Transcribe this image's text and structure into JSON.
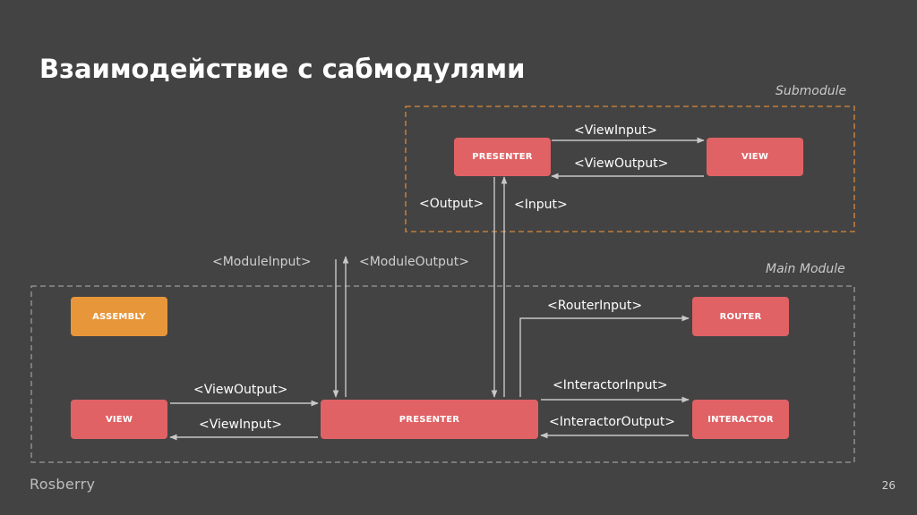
{
  "title": "Взаимодействие с сабмодулями",
  "groups": {
    "submodule": "Submodule",
    "main_module": "Main Module"
  },
  "nodes": {
    "sub_presenter": "PRESENTER",
    "sub_view": "VIEW",
    "assembly": "ASSEMBLY",
    "router": "ROUTER",
    "main_view": "VIEW",
    "main_presenter": "PRESENTER",
    "interactor": "INTERACTOR"
  },
  "edges": {
    "sub_view_input": "<ViewInput>",
    "sub_view_output": "<ViewOutput>",
    "sub_output": "<Output>",
    "sub_input": "<Input>",
    "module_input": "<ModuleInput>",
    "module_output": "<ModuleOutput>",
    "router_input": "<RouterInput>",
    "interactor_input": "<InteractorInput>",
    "interactor_output": "<InteractorOutput>",
    "main_view_output": "<ViewOutput>",
    "main_view_input": "<ViewInput>"
  },
  "footer": {
    "logo": "Rosberry",
    "page": "26"
  },
  "colors": {
    "background": "#434343",
    "node_red": "#e06265",
    "node_orange": "#e8963a",
    "submodule_border": "#d9883a",
    "main_border": "#9a9a9a"
  }
}
